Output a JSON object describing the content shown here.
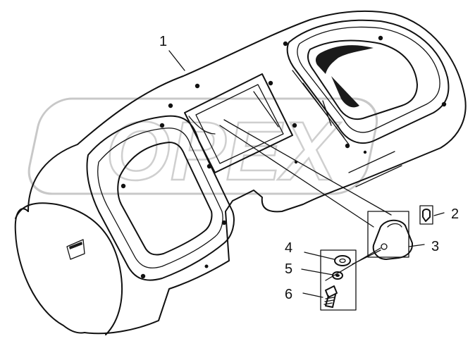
{
  "diagram": {
    "watermark": "OPEX",
    "callouts": [
      {
        "label": "1"
      },
      {
        "label": "2"
      },
      {
        "label": "3"
      },
      {
        "label": "4"
      },
      {
        "label": "5"
      },
      {
        "label": "6"
      }
    ]
  }
}
